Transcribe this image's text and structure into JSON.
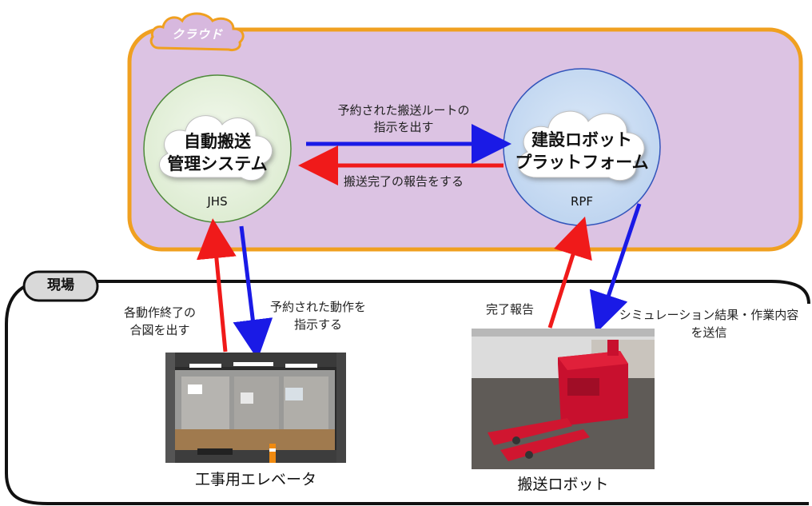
{
  "zones": {
    "cloud_label": "クラウド",
    "site_label": "現場"
  },
  "systems": {
    "jhs": {
      "name_line1": "自動搬送",
      "name_line2": "管理システム",
      "abbr": "JHS"
    },
    "rpf": {
      "name_line1": "建設ロボット",
      "name_line2": "プラットフォーム",
      "abbr": "RPF"
    }
  },
  "flows": {
    "jhs_to_rpf_line1": "予約された搬送ルートの",
    "jhs_to_rpf_line2": "指示を出す",
    "rpf_to_jhs": "搬送完了の報告をする",
    "elevator_to_jhs_line1": "各動作終了の",
    "elevator_to_jhs_line2": "合図を出す",
    "jhs_to_elevator_line1": "予約された動作を",
    "jhs_to_elevator_line2": "指示する",
    "robot_to_rpf": "完了報告",
    "rpf_to_robot_line1": "シミュレーション結果・作業内容",
    "rpf_to_robot_line2": "を送信"
  },
  "devices": {
    "elevator_caption": "工事用エレベータ",
    "robot_caption": "搬送ロボット"
  },
  "colors": {
    "cloud_fill": "#dcc3e3",
    "cloud_border": "#f0a020",
    "jhs_fill": "#e6f1dc",
    "rpf_fill": "#c9dcf2",
    "request_arrow": "#1a1ae6",
    "report_arrow": "#f01a1a"
  }
}
